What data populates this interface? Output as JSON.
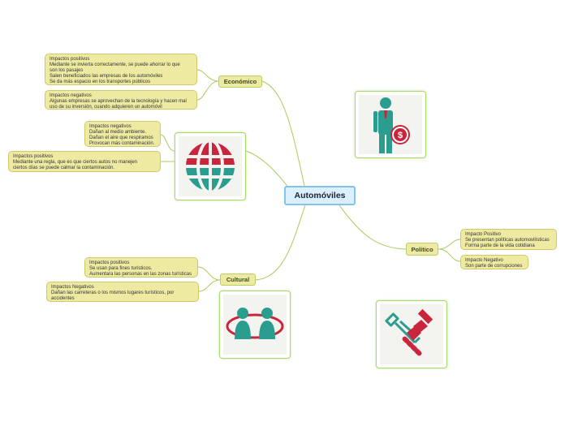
{
  "central": {
    "title": "Automóviles"
  },
  "branches": {
    "economico": {
      "label": "Económico"
    },
    "politico": {
      "label": "Político"
    },
    "cultural": {
      "label": "Cultural"
    }
  },
  "notes": {
    "eco_pos": [
      "Impactos positivos",
      "Mediante se invierta correctamente, se puede ahorrar lo que",
      "son los pasajes",
      "Salen beneficiados las empresas de los automóviles",
      "Se da más espacio en los transportes públicos"
    ],
    "eco_neg": [
      "Impactos negativos",
      "Algunas empresas se aprovechan de la tecnología y hacen mal",
      "uso de su inversión, cuando adquieren un automóvil"
    ],
    "amb_neg": [
      "Impactos negativos",
      "Dañan al medio ambiente.",
      "Dañan el aire que respiramos",
      "Provocan más contaminación."
    ],
    "amb_pos": [
      "Impactos positivos",
      "Mediante una regla, que es que ciertos autos no manejen",
      "ciertos días se puede calmar la contaminación."
    ],
    "pol_pos": [
      "Impacto Positivo",
      "Se presentan políticas automovilísticas",
      "Forma parte de la vida cotidiana"
    ],
    "pol_neg": [
      "Impacto Negativo",
      "Son parte de corrupciones"
    ],
    "cul_pos": [
      "Impactos positivos",
      "Se usan para fines turísticos.",
      "Aumentara las personas en las zonas turísticas"
    ],
    "cul_neg": [
      "Impactos Negativos",
      "Dañan las carreteras o los mismos lugares turísticos, por accidentes"
    ]
  },
  "icons": {
    "globe": "globe-icon",
    "businessman": "businessman-dollar-icon",
    "people": "people-talking-icon",
    "handshake": "handshake-icon"
  },
  "colors": {
    "connector": "#a8cc5a",
    "note_bg": "#eeeaa2",
    "central_bg": "#dcefff",
    "central_border": "#7fc4ec",
    "teal": "#2a9d8f",
    "red": "#c9263d"
  }
}
